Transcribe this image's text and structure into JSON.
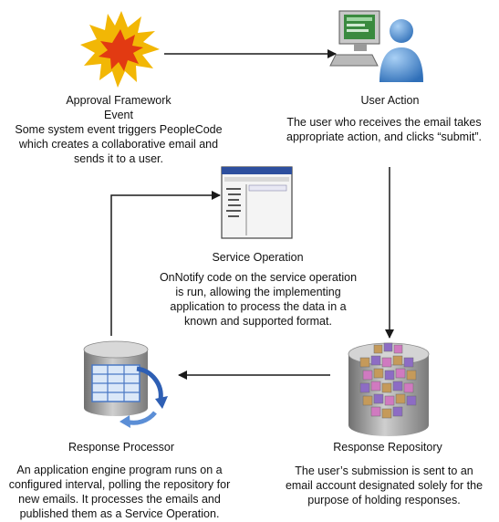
{
  "nodes": {
    "event": {
      "title": "Approval Framework\nEvent",
      "description": "Some system event triggers PeopleCode\nwhich creates a collaborative email and\nsends it to a user.",
      "icon": "starburst-icon"
    },
    "user_action": {
      "title": "User Action",
      "description": "The user who receives the email takes\nappropriate action, and clicks “submit”.",
      "icon": "user-at-computer-icon"
    },
    "service_operation": {
      "title": "Service Operation",
      "description": "OnNotify code on the service operation\nis run, allowing the implementing\napplication to process the data in a\nknown and supported format.",
      "icon": "application-window-icon"
    },
    "response_repository": {
      "title": "Response Repository",
      "description": "The user’s submission is sent to an\nemail account designated solely for the\npurpose of holding responses.",
      "icon": "cube-database-icon"
    },
    "response_processor": {
      "title": "Response Processor",
      "description": "An application engine program runs on a\nconfigured interval, polling the repository for\nnew emails. It processes the emails and\npublished them as a Service Operation.",
      "icon": "database-cycle-icon"
    }
  },
  "colors": {
    "star_outer": "#f2b705",
    "star_inner": "#e23a12",
    "db_gray": "#9a9a9a",
    "db_blue": "#4a78c4",
    "person_blue": "#4f8fd6",
    "arrow": "#1a1a1a"
  }
}
